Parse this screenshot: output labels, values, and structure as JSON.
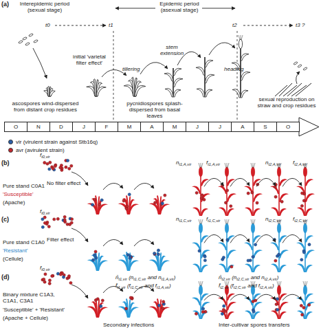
{
  "diagram": {
    "nodes": [
      {
        "text": [
          "O"
        ]
      },
      {
        "text": [
          "N"
        ]
      },
      {
        "text": [
          "D"
        ]
      },
      {
        "text": [
          "J"
        ]
      },
      {
        "text": [
          "F"
        ]
      },
      {
        "text": [
          "M"
        ]
      },
      {
        "text": [
          "A"
        ]
      },
      {
        "text": [
          "M"
        ]
      },
      {
        "text": [
          "J"
        ]
      },
      {
        "text": [
          "J"
        ]
      },
      {
        "text": [
          "A"
        ]
      },
      {
        "text": [
          "S"
        ]
      },
      {
        "text": [
          "O"
        ]
      }
    ],
    "labels": [
      "(a)",
      "Interepidemic period (sexual stage)",
      "Epidemic period (asexual stage)",
      "t0",
      "t1",
      "t2",
      "t3 ?",
      "initial 'varietal filter effect'",
      "tillering",
      "stem extension",
      "heading",
      "ascospores wind-dispersed from distant crop residues",
      "pycnidiospores splash-dispersed from basal leaves",
      "sexual reproduction on straw and crop residues",
      "(b)",
      "Pure stand C0A1",
      "'Susceptible'",
      "(Apache)",
      "ft0,vir",
      "No filter effect",
      "nt1,A,vir",
      "ft1,A,vir",
      "nt2,A,vir",
      "ft2,A,vir",
      "(c)",
      "Pure stand C1A0",
      "'Resistant'",
      "(Cellule)",
      "ft0,vir",
      "Filter effect",
      "nt1,C,vir",
      "ft1,C,vir",
      "nt2,C,vir",
      "ft2,C,vir",
      "(d)",
      "Binary mixture C1A3, C1A1, C3A1",
      "'Susceptible' + 'Resistant'",
      "(Apache + Cellule)",
      "ft0,vir",
      "n̄t1,vir (nt1,C,vir and nt1,A,vir)",
      "f̄t1,vir (ft1,C,vir and ft1,A,vir)",
      "n̄t2,vir (nt2,C,vir and nt2,A,vir)",
      "f̄t2,vir (ft2,C,vir and ft2,A,vir)",
      "Secondary infections",
      "Inter-cultivar spores transfers"
    ],
    "legend": [
      {
        "text": "vir (virulent strain against Stb16q)",
        "color": "#2a5fa8"
      },
      {
        "text": "avr (avirulent strain)",
        "color": "#c1272d"
      }
    ]
  }
}
